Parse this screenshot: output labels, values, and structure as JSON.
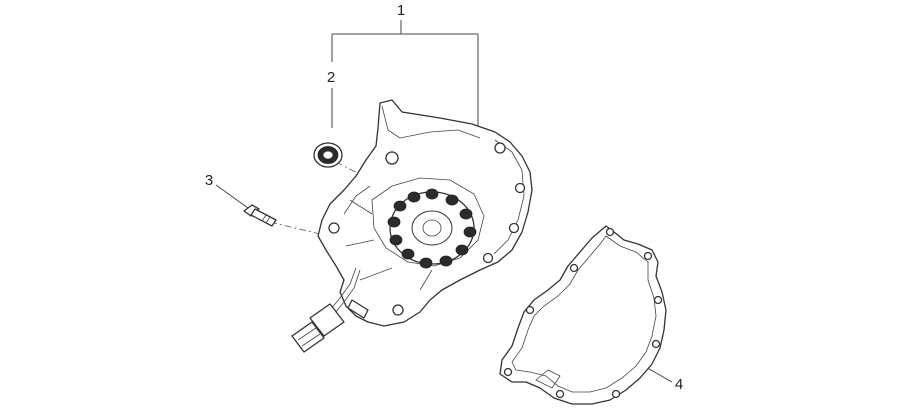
{
  "callouts": [
    {
      "id": "1",
      "label": "1"
    },
    {
      "id": "2",
      "label": "2"
    },
    {
      "id": "3",
      "label": "3"
    },
    {
      "id": "4",
      "label": "4"
    }
  ],
  "colors": {
    "line": "#333333",
    "background": "#ffffff",
    "stator_dark": "#2b2b2b"
  }
}
